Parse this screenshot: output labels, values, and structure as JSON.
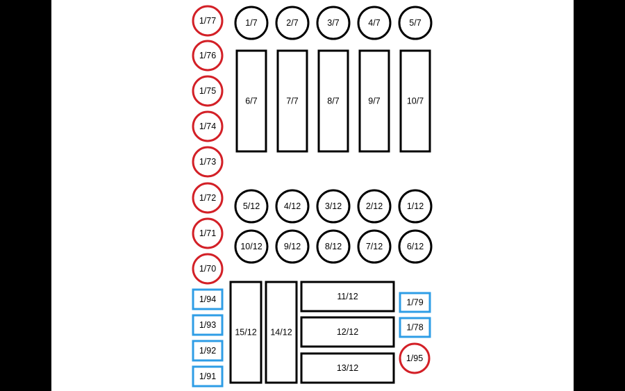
{
  "colors": {
    "outline_black": "#000000",
    "outline_red": "#d32027",
    "outline_blue": "#2e9de6",
    "background": "#ffffff",
    "letterbox": "#000000"
  },
  "red_circles_left": [
    "1/77",
    "1/76",
    "1/75",
    "1/74",
    "1/73",
    "1/72",
    "1/71",
    "1/70"
  ],
  "top_circles": [
    "1/7",
    "2/7",
    "3/7",
    "4/7",
    "5/7"
  ],
  "tall_rects": [
    "6/7",
    "7/7",
    "8/7",
    "9/7",
    "10/7"
  ],
  "mid_circles_row1": [
    "5/12",
    "4/12",
    "3/12",
    "2/12",
    "1/12"
  ],
  "mid_circles_row2": [
    "10/12",
    "9/12",
    "8/12",
    "7/12",
    "6/12"
  ],
  "blue_squares_left": [
    "1/94",
    "1/93",
    "1/92",
    "1/91"
  ],
  "bottom_tall_rects": [
    "15/12",
    "14/12"
  ],
  "bottom_wide_rects": [
    "11/12",
    "12/12",
    "13/12"
  ],
  "blue_squares_right": [
    "1/79",
    "1/78"
  ],
  "red_circle_right": "1/95"
}
